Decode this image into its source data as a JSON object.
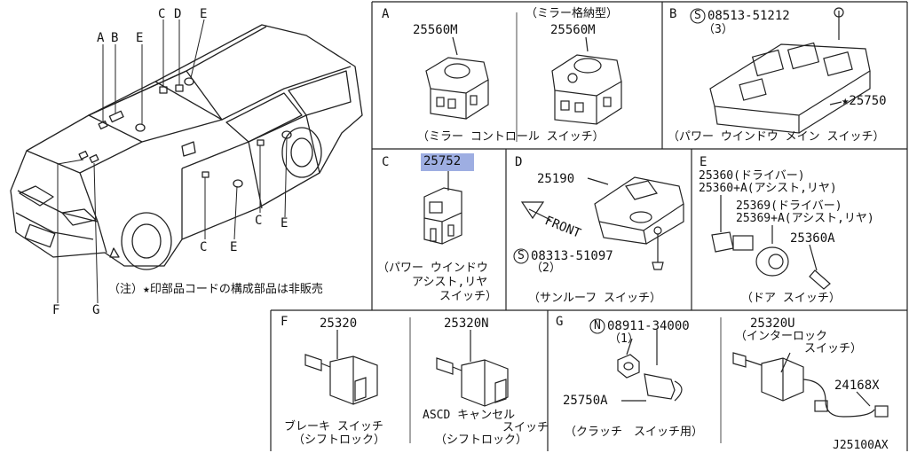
{
  "car": {
    "letters_top": [
      "A",
      "B",
      "E",
      "C",
      "D",
      "E"
    ],
    "letters_side": [
      "C",
      "C",
      "E",
      "E",
      "F",
      "G"
    ],
    "note": "（注）★印部品コードの構成部品は非販売"
  },
  "panels": {
    "A": {
      "letter": "A",
      "part1": "25560M",
      "part2_note": "（ミラー格納型）",
      "part2": "25560M",
      "caption": "（ミラー コントロール スイッチ）"
    },
    "B": {
      "letter": "B",
      "screw": "08513-51212",
      "screw_qty": "（3）",
      "part": "★25750",
      "caption": "（パワー ウインドウ メイン スイッチ）"
    },
    "C": {
      "letter": "C",
      "part": "25752",
      "caption_lines": [
        "（パワー ウインドウ",
        "アシスト,リヤ",
        "スイッチ）"
      ]
    },
    "D": {
      "letter": "D",
      "part": "25190",
      "front": "FRONT",
      "screw": "08313-51097",
      "screw_qty": "（2）",
      "caption": "（サンルーフ スイッチ）"
    },
    "E": {
      "letter": "E",
      "parts": [
        "25360(ドライバー)",
        "25360+A(アシスト,リヤ)",
        "25369(ドライバー)",
        "25369+A(アシスト,リヤ)"
      ],
      "part_a": "25360A",
      "caption": "（ドア スイッチ）"
    },
    "F": {
      "letter": "F",
      "part1": "25320",
      "caption1": [
        "ブレーキ スイッチ",
        "（シフトロック）"
      ],
      "part2": "25320N",
      "caption2": [
        "ASCD キャンセル",
        "スイッチ",
        "（シフトロック）"
      ]
    },
    "G": {
      "letter": "G",
      "nut": "08911-34000",
      "nut_qty": "（1）",
      "part": "25750A",
      "caption": "（クラッチ　スイッチ用）",
      "part2": "25320U",
      "part2_note": [
        "（インターロック",
        "スイッチ）"
      ],
      "part3": "24168X",
      "code": "J25100AX"
    }
  },
  "symbols": {
    "s": "S",
    "n": "N"
  },
  "colors": {
    "highlight": "#8da0dd",
    "line": "#222222"
  }
}
